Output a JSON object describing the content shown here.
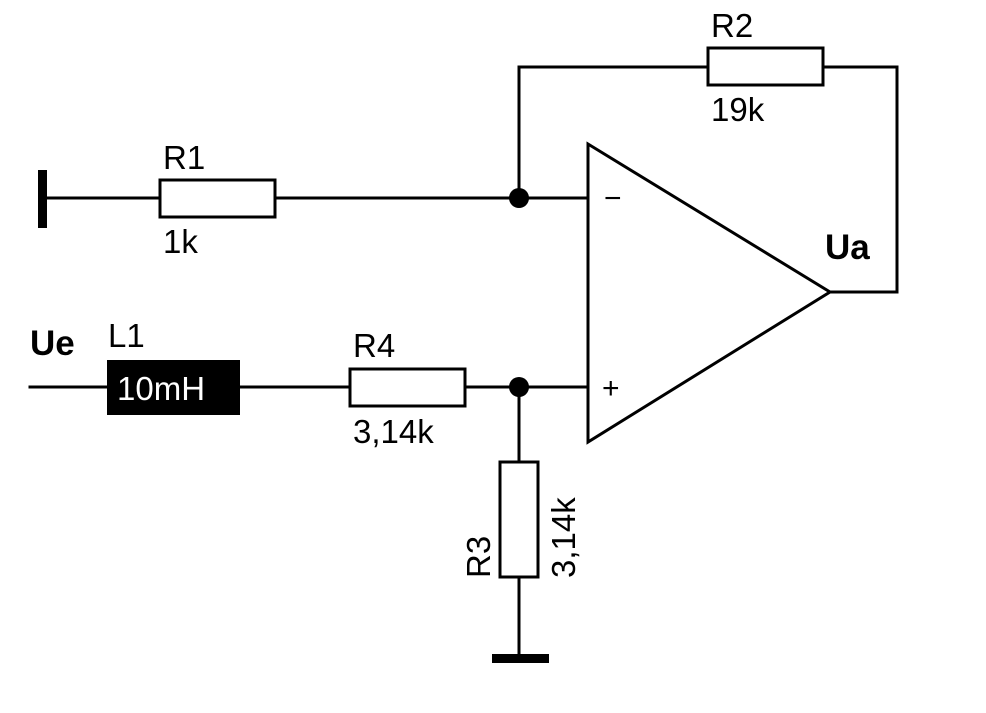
{
  "components": {
    "r1": {
      "name": "R1",
      "value": "1k"
    },
    "r2": {
      "name": "R2",
      "value": "19k"
    },
    "r3": {
      "name": "R3",
      "value": "3,14k"
    },
    "r4": {
      "name": "R4",
      "value": "3,14k"
    },
    "l1": {
      "name": "L1",
      "value": "10mH"
    }
  },
  "ports": {
    "input": "Ue",
    "output": "Ua"
  },
  "opamp": {
    "inverting_sign": "−",
    "noninverting_sign": "+"
  }
}
